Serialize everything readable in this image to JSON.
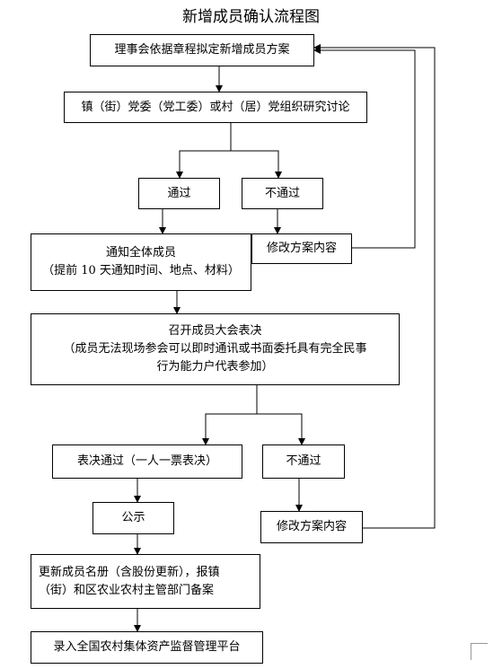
{
  "title": "新增成员确认流程图",
  "steps": {
    "s1": "理事会依据章程拟定新增成员方案",
    "s2": "镇（街）党委（党工委）或村（居）党组织研究讨论",
    "pass1": "通过",
    "fail1": "不通过",
    "notify_line1": "通知全体成员",
    "notify_line2": "（提前 10 天通知时间、地点、材料）",
    "revise1": "修改方案内容",
    "meeting_line1": "召开成员大会表决",
    "meeting_line2": "（成员无法现场参会可以即时通讯或书面委托具有完全民事",
    "meeting_line3": "行为能力户代表参加）",
    "vote_pass": "表决通过（一人一票表决）",
    "fail2": "不通过",
    "publicize": "公示",
    "revise2": "修改方案内容",
    "update_line1": "更新成员名册（含股份更新），报镇",
    "update_line2": "（街）和区农业农村主管部门备案",
    "enter": "录入全国农村集体资产监督管理平台"
  }
}
